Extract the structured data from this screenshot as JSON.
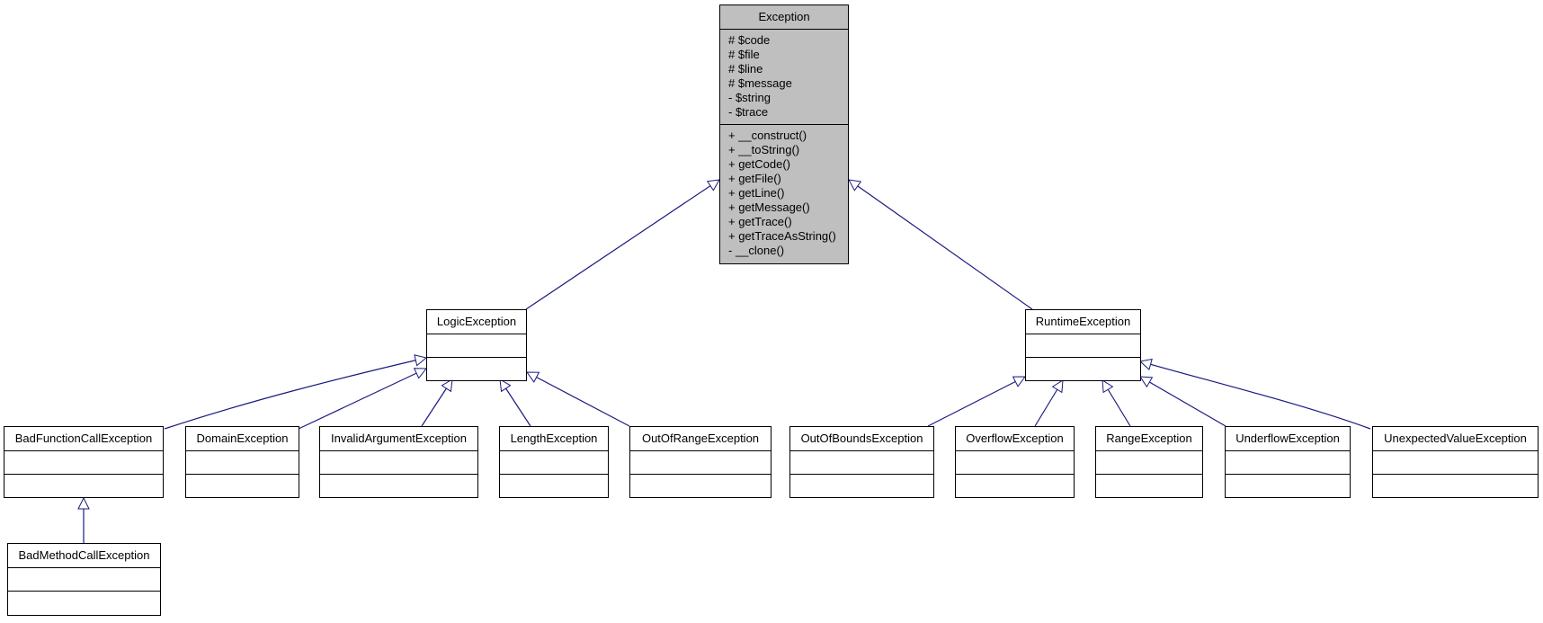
{
  "root": {
    "name": "Exception",
    "attributes": [
      "# $code",
      "# $file",
      "# $line",
      "# $message",
      "- $string",
      "- $trace"
    ],
    "methods": [
      "+ __construct()",
      "+ __toString()",
      "+ getCode()",
      "+ getFile()",
      "+ getLine()",
      "+ getMessage()",
      "+ getTrace()",
      "+ getTraceAsString()",
      "- __clone()"
    ]
  },
  "level1": {
    "logic": "LogicException",
    "runtime": "RuntimeException"
  },
  "logic_children": [
    "BadFunctionCallException",
    "DomainException",
    "InvalidArgumentException",
    "LengthException",
    "OutOfRangeException"
  ],
  "runtime_children": [
    "OutOfBoundsException",
    "OverflowException",
    "RangeException",
    "UnderflowException",
    "UnexpectedValueException"
  ],
  "badfunction_child": "BadMethodCallException",
  "colors": {
    "edge": "#1a1a80",
    "root_fill": "#bfbfbf",
    "box_fill": "#ffffff"
  }
}
